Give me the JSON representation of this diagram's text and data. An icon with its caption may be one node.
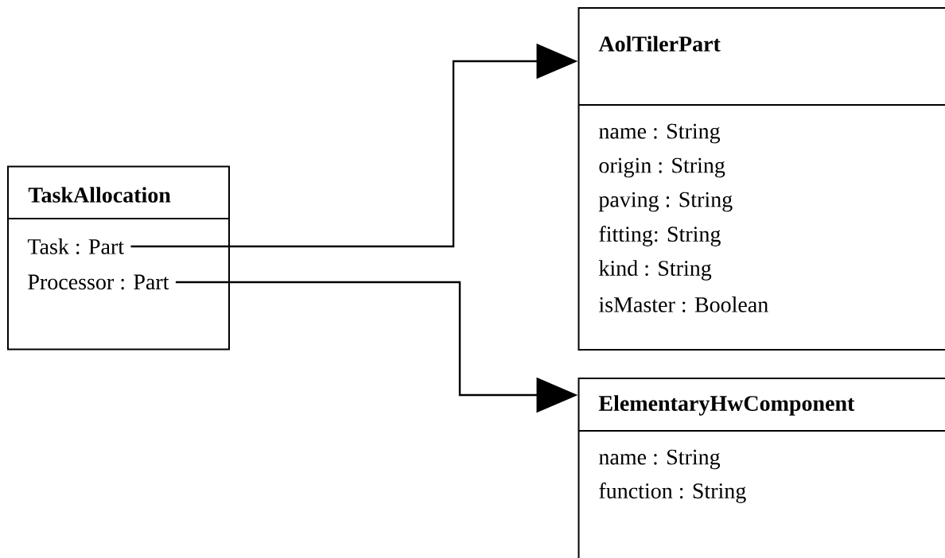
{
  "diagram": {
    "nodes": [
      {
        "text": [
          "TaskAllocation"
        ]
      },
      {
        "text": [
          "Task : Part"
        ],
        "in": 0
      },
      {
        "text": [
          "Processor : Part"
        ],
        "in": 0
      },
      {
        "text": [
          "AolTilerPart",
          "name : String",
          "origin : String",
          "paving : String",
          "fitting: String",
          "kind : String",
          "isMaster : Boolean"
        ]
      },
      {
        "text": [
          "ElementaryHwComponent",
          "name : String",
          "function : String"
        ]
      }
    ],
    "edges": [
      {
        "from": 1,
        "to": 3,
        "arrow": "to"
      },
      {
        "from": 2,
        "to": 4,
        "arrow": "to"
      }
    ]
  }
}
